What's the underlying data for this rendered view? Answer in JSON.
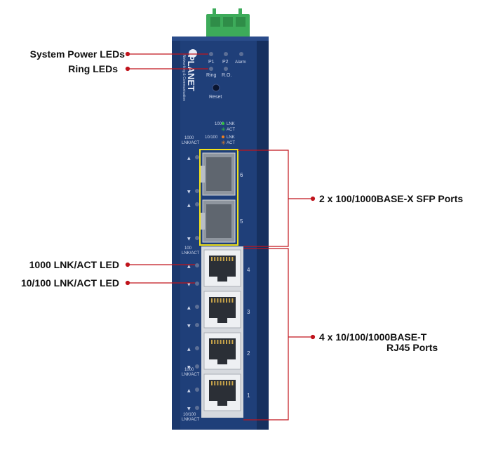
{
  "callouts": {
    "system_power_leds": "System Power LEDs",
    "ring_leds": "Ring LEDs",
    "lnk_1000_led": "1000 LNK/ACT LED",
    "lnk_10_100_led": "10/100 LNK/ACT LED",
    "sfp_ports": "2 x 100/1000BASE-X SFP Ports",
    "rj45_line1": "4 x 10/100/1000BASE-T",
    "rj45_line2": "RJ45 Ports"
  },
  "panel": {
    "logo": "PLANET",
    "logo_sub": "Networking & Communication",
    "led_p1": "P1",
    "led_p2": "P2",
    "led_alarm": "Alarm",
    "led_ring": "Ring",
    "led_ro": "R.O.",
    "reset": "Reset",
    "legend_1000": "1000",
    "legend_10_100": "10/100",
    "legend_lnk": "LNK",
    "legend_act": "ACT",
    "legend_lnk2": "LNK",
    "legend_act2": "ACT",
    "label_1000_top": "1000",
    "label_lnkact_top": "LNK/ACT",
    "label_100_mid": "100",
    "label_lnkact_mid": "LNK/ACT",
    "label_1000_low": "1000",
    "label_lnkact_low": "LNK/ACT",
    "label_10_100_bottom": "10/100",
    "label_lnkact_bottom": "LNK/ACT",
    "sfp_port_6": "6",
    "sfp_port_5": "5",
    "rj45_port_4": "4",
    "rj45_port_3": "3",
    "rj45_port_2": "2",
    "rj45_port_1": "1"
  },
  "colors": {
    "housing": "#1f3f79",
    "housing_dark": "#16305f",
    "callout_line": "#c0141c",
    "sfp_highlight": "#f2e21a",
    "terminal_block": "#3dab5a",
    "port_frame": "#d6d9de",
    "led_green": "#30c040",
    "led_orange": "#f08020"
  }
}
